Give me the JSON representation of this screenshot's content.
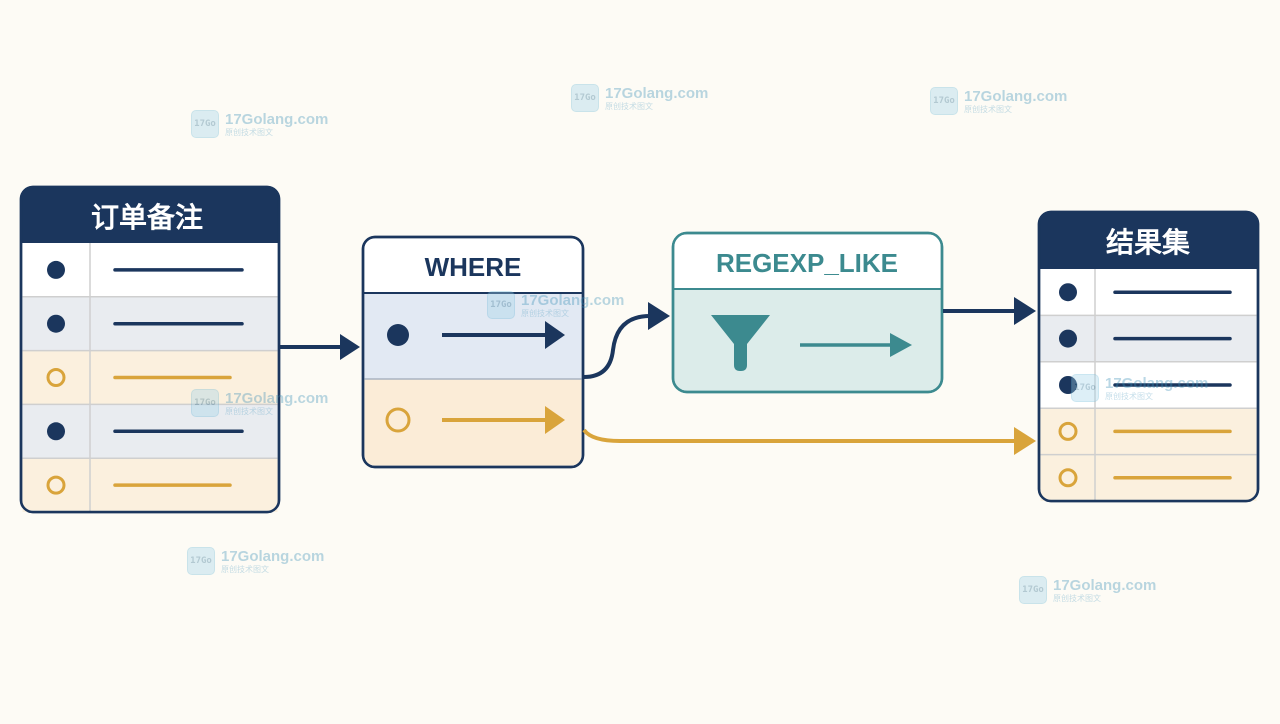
{
  "source_table": {
    "title": "订单备注",
    "rows": [
      {
        "kind": "match"
      },
      {
        "kind": "match"
      },
      {
        "kind": "other"
      },
      {
        "kind": "match"
      },
      {
        "kind": "other"
      }
    ]
  },
  "where_box": {
    "title": "WHERE"
  },
  "regexp_box": {
    "title": "REGEXP_LIKE",
    "icon": "funnel-icon"
  },
  "result_table": {
    "title": "结果集",
    "rows": [
      {
        "kind": "match"
      },
      {
        "kind": "match"
      },
      {
        "kind": "match"
      },
      {
        "kind": "other"
      },
      {
        "kind": "other"
      }
    ]
  },
  "watermark": {
    "text": "17Golang.com",
    "subtext": "原创技术图文",
    "logo_text": "17Go"
  },
  "colors": {
    "navy": "#1b365d",
    "gold": "#d9a43b",
    "teal": "#3c8a8f",
    "match_row_bg": "#e9ecf0",
    "other_row_bg": "#fbf0de",
    "where_match_bg": "#e2e9f3",
    "where_other_bg": "#fbecd7",
    "regexp_bg": "#dcecea",
    "page_bg": "#fdfbf5"
  }
}
